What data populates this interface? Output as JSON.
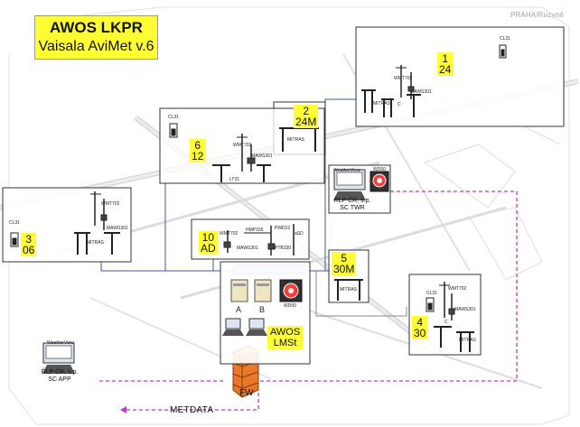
{
  "title": {
    "line1": "AWOS LKPR",
    "line2": "Vaisala AviMet v.6"
  },
  "region": "PRAHA/Ruzyně",
  "sites": [
    {
      "id": "24",
      "num": "1",
      "code": "24",
      "labels": [
        "CL31",
        "WMT702",
        "MAWS301",
        "MITRAS",
        "C"
      ]
    },
    {
      "id": "24M",
      "num": "2",
      "code": "24M",
      "labels": [
        "MITRAS"
      ]
    },
    {
      "id": "12",
      "num": "6",
      "code": "12",
      "labels": [
        "CL31",
        "WMT702",
        "MAWS301",
        "LT31"
      ]
    },
    {
      "id": "06",
      "num": "3",
      "code": "06",
      "labels": [
        "WMT702",
        "MAWS301",
        "CL31",
        "MITRAS"
      ]
    },
    {
      "id": "AD",
      "num": "10",
      "code": "AD",
      "labels": [
        "WMT702",
        "HMP155",
        "PWD22",
        "MAWS301",
        "PTB330",
        "aSD"
      ]
    },
    {
      "id": "30M",
      "num": "5",
      "code": "30M",
      "labels": [
        "MITRAS"
      ]
    },
    {
      "id": "30",
      "num": "4",
      "code": "30",
      "labels": [
        "CL31",
        "WMT702",
        "MAWS301",
        "MITRAS",
        "C"
      ]
    }
  ],
  "twr": {
    "screen": "WeatherView",
    "device": "WD50",
    "line1": "ŘLP ČR, s.p.",
    "line2": "SC TWR"
  },
  "app": {
    "screen": "WeatherView",
    "line1": "ŘLP ČR, s.p.",
    "line2": "SC APP"
  },
  "lmst": {
    "server_a": "A",
    "server_b": "B",
    "display": "WD50",
    "tag_line1": "AWOS",
    "tag_line2": "LMSt"
  },
  "firewall": "FW",
  "metdata": "METDATA",
  "colors": {
    "tag": "#ffff33",
    "network": "#4455aa",
    "dashed": "#cc33cc",
    "firewall": "#e8782a"
  }
}
